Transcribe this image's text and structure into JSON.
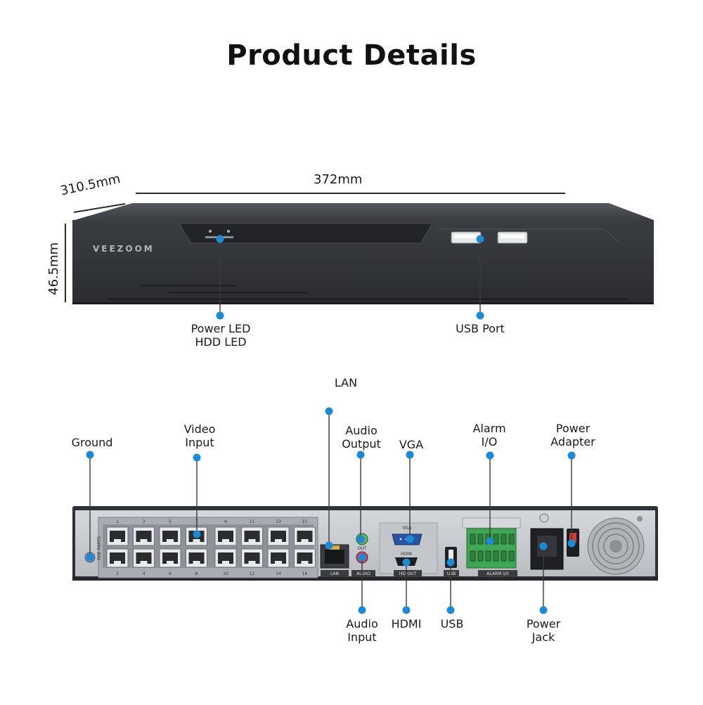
{
  "title": "Product Details",
  "dimensions": {
    "width": "372mm",
    "depth": "310.5mm",
    "height": "46.5mm"
  },
  "front": {
    "brand": "VEEZOOM",
    "labels": {
      "power_led": "Power LED",
      "hdd_led": "HDD LED",
      "usb_port": "USB Port"
    }
  },
  "rear": {
    "callouts": {
      "ground": "Ground",
      "video_input_1": "Video",
      "video_input_2": "Input",
      "lan": "LAN",
      "audio_output_1": "Audio",
      "audio_output_2": "Output",
      "vga": "VGA",
      "alarm_io_1": "Alarm",
      "alarm_io_2": "I/O",
      "power_adapter_1": "Power",
      "power_adapter_2": "Adapter",
      "audio_input_1": "Audio",
      "audio_input_2": "Input",
      "hdmi": "HDMI",
      "usb": "USB",
      "power_jack_1": "Power",
      "power_jack_2": "Jack"
    },
    "panel_text": {
      "poe": "POE PORTS",
      "lan": "LAN",
      "audio": "AUDIO",
      "hdout": "HD-OUT",
      "usb": "USB",
      "alarm": "ALARM I/O",
      "vga": "VGA",
      "hdmi": "HDMI",
      "out": "OUT"
    },
    "port_numbers_top": [
      "1",
      "3",
      "5",
      "7",
      "9",
      "11",
      "13",
      "15"
    ],
    "port_numbers_bottom": [
      "2",
      "4",
      "6",
      "8",
      "10",
      "12",
      "14",
      "16"
    ]
  },
  "colors": {
    "accent": "#1d8ad6",
    "device": "#2c2e33",
    "panel": "#c9ccd1",
    "green_block": "#3fa653"
  }
}
